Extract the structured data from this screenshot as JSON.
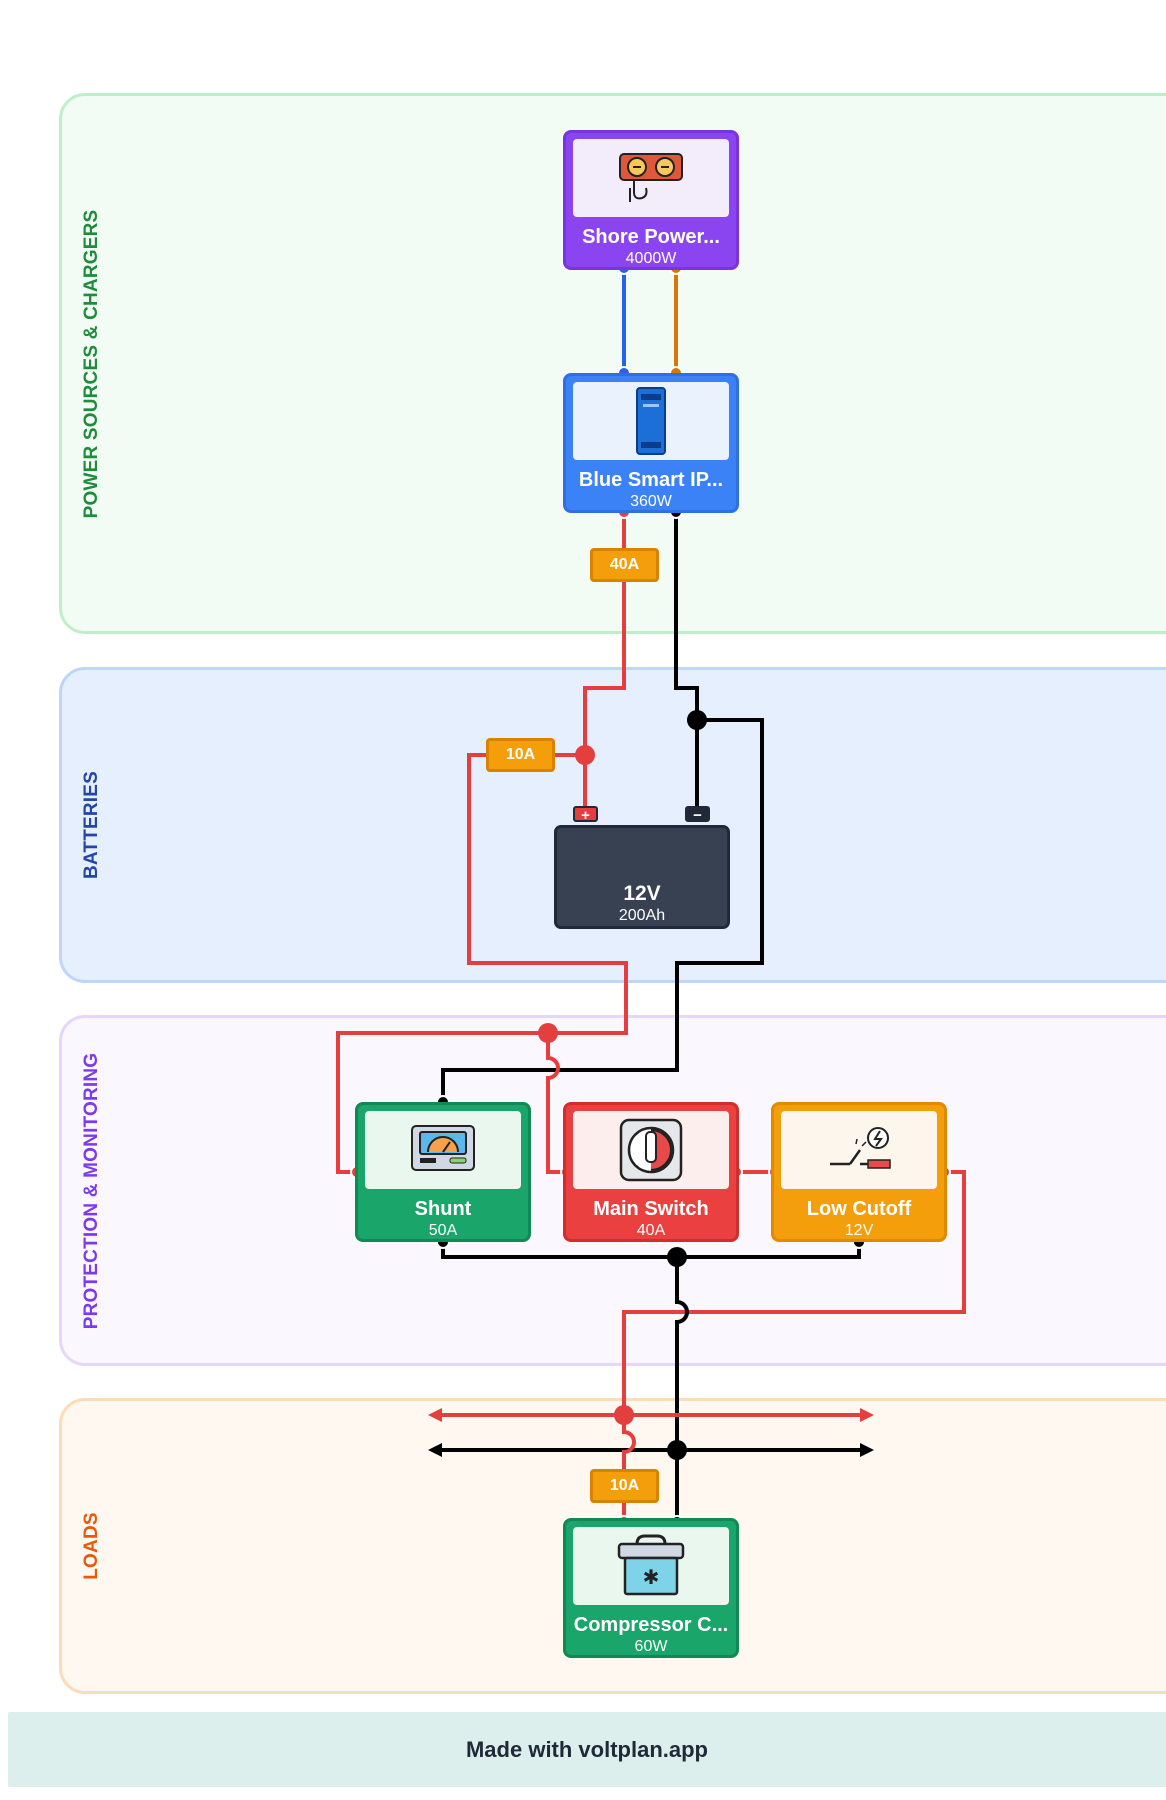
{
  "sections": {
    "power": "POWER SOURCES & CHARGERS",
    "batteries": "BATTERIES",
    "protection": "PROTECTION & MONITORING",
    "loads": "LOADS"
  },
  "nodes": {
    "shore": {
      "title": "Shore Power...",
      "sub": "4000W",
      "icon": "shore-power-outlet-icon"
    },
    "charger": {
      "title": "Blue Smart IP...",
      "sub": "360W",
      "icon": "battery-charger-icon"
    },
    "shunt": {
      "title": "Shunt",
      "sub": "50A",
      "icon": "shunt-meter-icon"
    },
    "switch": {
      "title": "Main Switch",
      "sub": "40A",
      "icon": "battery-switch-icon"
    },
    "cutoff": {
      "title": "Low Cutoff",
      "sub": "12V",
      "icon": "low-voltage-cutoff-icon"
    },
    "fridge": {
      "title": "Compressor C...",
      "sub": "60W",
      "icon": "compressor-cooler-icon"
    }
  },
  "battery": {
    "voltage": "12V",
    "capacity": "200Ah",
    "pos": "+",
    "neg": "−"
  },
  "fuses": {
    "charger": "40A",
    "battery": "10A",
    "load": "10A"
  },
  "colors": {
    "positive": "#e53e3e",
    "negative": "#000000",
    "ac_line": "#2563eb",
    "ac_neutral": "#d97706"
  },
  "footer": "Made with voltplan.app"
}
